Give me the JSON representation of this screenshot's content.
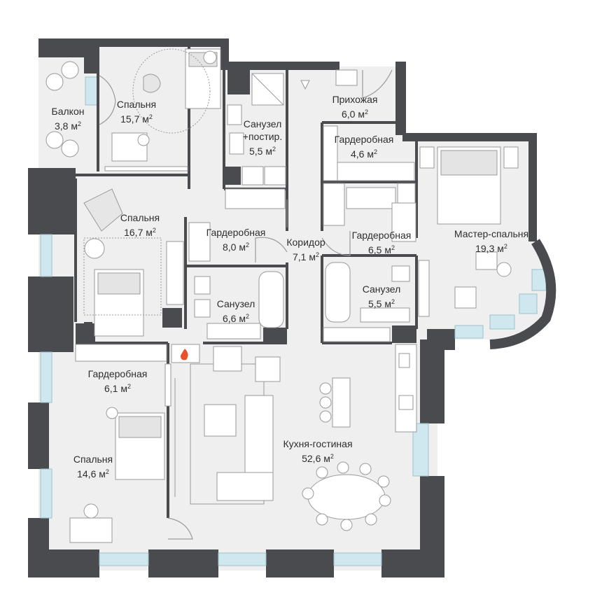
{
  "rooms": [
    {
      "id": "balcony",
      "name": "Балкон",
      "area": "3,8 м",
      "sup": "2"
    },
    {
      "id": "bedroom1",
      "name": "Спальня",
      "area": "15,7 м",
      "sup": "2"
    },
    {
      "id": "bath1",
      "name": "Санузел",
      "name2": "+постир.",
      "area": "5,5 м",
      "sup": "2"
    },
    {
      "id": "hall",
      "name": "Прихожая",
      "area": "6,0 м",
      "sup": "2"
    },
    {
      "id": "wardrobe1",
      "name": "Гардеробная",
      "area": "4,6 м",
      "sup": "2"
    },
    {
      "id": "master",
      "name": "Мастер-спальня",
      "area": "19,3 м",
      "sup": "2"
    },
    {
      "id": "bedroom2",
      "name": "Спальня",
      "area": "16,7 м",
      "sup": "2"
    },
    {
      "id": "wardrobe2",
      "name": "Гардеробная",
      "area": "8,0 м",
      "sup": "2"
    },
    {
      "id": "corridor",
      "name": "Коридор",
      "area": "7,1 м",
      "sup": "2"
    },
    {
      "id": "wardrobe3",
      "name": "Гардеробная",
      "area": "6,5 м",
      "sup": "2"
    },
    {
      "id": "bath2",
      "name": "Санузел",
      "area": "6,6 м",
      "sup": "2"
    },
    {
      "id": "bath3",
      "name": "Санузел",
      "area": "5,5 м",
      "sup": "2"
    },
    {
      "id": "wardrobe4",
      "name": "Гардеробная",
      "area": "6,1 м",
      "sup": "2"
    },
    {
      "id": "bedroom3",
      "name": "Спальня",
      "area": "14,6 м",
      "sup": "2"
    },
    {
      "id": "living",
      "name": "Кухня-гостиная",
      "area": "52,6 м",
      "sup": "2"
    }
  ],
  "colors": {
    "wall": "#4a4b4f",
    "floor": "#efefef",
    "window": "#cfe8ef",
    "line": "#9a9a9a",
    "text": "#2e2e2e",
    "fire": "#e8502e"
  }
}
